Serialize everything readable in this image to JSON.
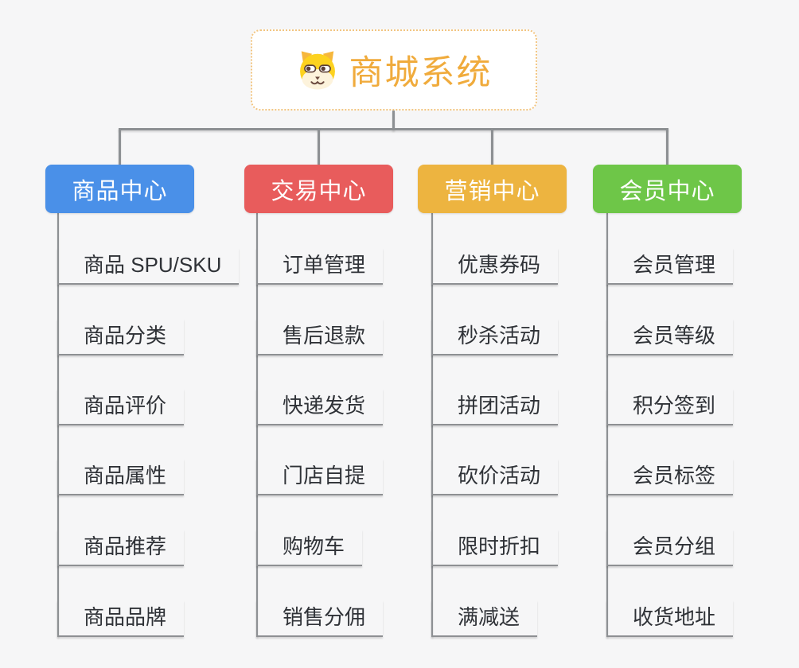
{
  "root": {
    "title": "商城系统",
    "icon": "dog-face-icon"
  },
  "branches": [
    {
      "label": "商品中心",
      "color": "#4a90e8",
      "items": [
        "商品 SPU/SKU",
        "商品分类",
        "商品评价",
        "商品属性",
        "商品推荐",
        "商品品牌"
      ]
    },
    {
      "label": "交易中心",
      "color": "#e85c5c",
      "items": [
        "订单管理",
        "售后退款",
        "快递发货",
        "门店自提",
        "购物车",
        "销售分佣"
      ]
    },
    {
      "label": "营销中心",
      "color": "#edb440",
      "items": [
        "优惠券码",
        "秒杀活动",
        "拼团活动",
        "砍价活动",
        "限时折扣",
        "满减送"
      ]
    },
    {
      "label": "会员中心",
      "color": "#6ec648",
      "items": [
        "会员管理",
        "会员等级",
        "积分签到",
        "会员标签",
        "会员分组",
        "收货地址"
      ]
    }
  ],
  "colors": {
    "background": "#f6f6f7",
    "connector": "#8d9093",
    "leaf_text": "#2f3237",
    "root_title": "#f0ab3c",
    "root_border": "#f2c581"
  }
}
